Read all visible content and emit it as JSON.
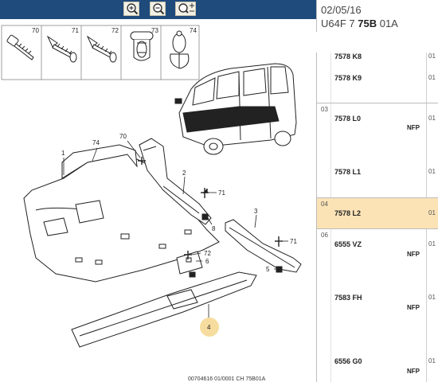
{
  "toolbar": {
    "buttons": [
      {
        "name": "zoom-in-icon"
      },
      {
        "name": "zoom-out-icon"
      },
      {
        "name": "zoom-fit-icon"
      }
    ]
  },
  "header": {
    "date": "02/05/16",
    "code_prefix": "U64F 7 ",
    "code_bold": "75B",
    "code_suffix": " 01A"
  },
  "callouts": {
    "screws": [
      "70",
      "71",
      "72",
      "73",
      "74"
    ],
    "parts": [
      "70",
      "74",
      "1",
      "2",
      "71",
      "8",
      "3",
      "71",
      "5",
      "72",
      "6",
      "4"
    ]
  },
  "references": [
    {
      "group": "",
      "ref": "7578 K8",
      "nfp": "",
      "qty": "01"
    },
    {
      "group": "",
      "ref": "7578 K9",
      "nfp": "",
      "qty": "01"
    },
    {
      "group": "03",
      "ref": "7578 L0",
      "nfp": "NFP",
      "qty": "01"
    },
    {
      "group": "",
      "ref": "7578 L1",
      "nfp": "",
      "qty": "01"
    },
    {
      "group": "04",
      "ref": "7578 L2",
      "nfp": "",
      "qty": "01"
    },
    {
      "group": "06",
      "ref": "6555 VZ",
      "nfp": "NFP",
      "qty": "01"
    },
    {
      "group": "",
      "ref": "7583 FH",
      "nfp": "NFP",
      "qty": "01"
    },
    {
      "group": "",
      "ref": "6556 G0",
      "nfp": "NFP",
      "qty": "01"
    }
  ],
  "footer": {
    "doc_number": "00704616  01/0001  CH 75B01A"
  },
  "colors": {
    "toolbar": "#1f4a7c",
    "highlight": "#fbe3b6",
    "callout_circle": "#f6dc9e"
  }
}
